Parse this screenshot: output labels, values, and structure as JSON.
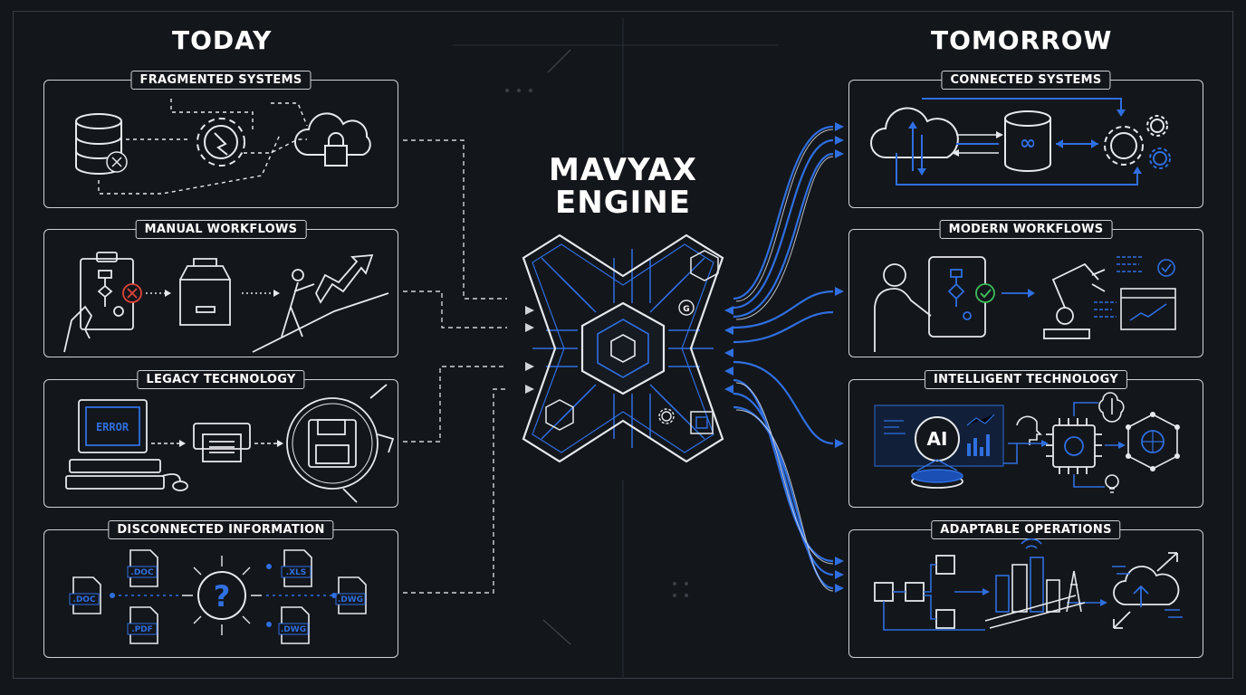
{
  "today": {
    "title": "TODAY",
    "panels": [
      {
        "label": "FRAGMENTED SYSTEMS"
      },
      {
        "label": "MANUAL WORKFLOWS"
      },
      {
        "label": "LEGACY TECHNOLOGY",
        "screen_text": "ERROR"
      },
      {
        "label": "DISCONNECTED INFORMATION",
        "files": {
          "doc1": ".DOC",
          "doc2": ".DOC",
          "pdf": ".PDF",
          "xls": ".XLS",
          "dwg1": ".DWG",
          "dwg2": ".DWG"
        }
      }
    ]
  },
  "tomorrow": {
    "title": "TOMORROW",
    "panels": [
      {
        "label": "CONNECTED SYSTEMS"
      },
      {
        "label": "MODERN WORKFLOWS"
      },
      {
        "label": "INTELLIGENT TECHNOLOGY",
        "ai_text": "AI"
      },
      {
        "label": "ADAPTABLE OPERATIONS"
      }
    ]
  },
  "engine": {
    "line1": "MAVYAX",
    "line2": "ENGINE",
    "badge": "G"
  },
  "colors": {
    "background": "#13161b",
    "accent": "#2f6fe0",
    "line": "#cfd3d8",
    "error": "#e0443a",
    "ok": "#3dbb5a"
  }
}
